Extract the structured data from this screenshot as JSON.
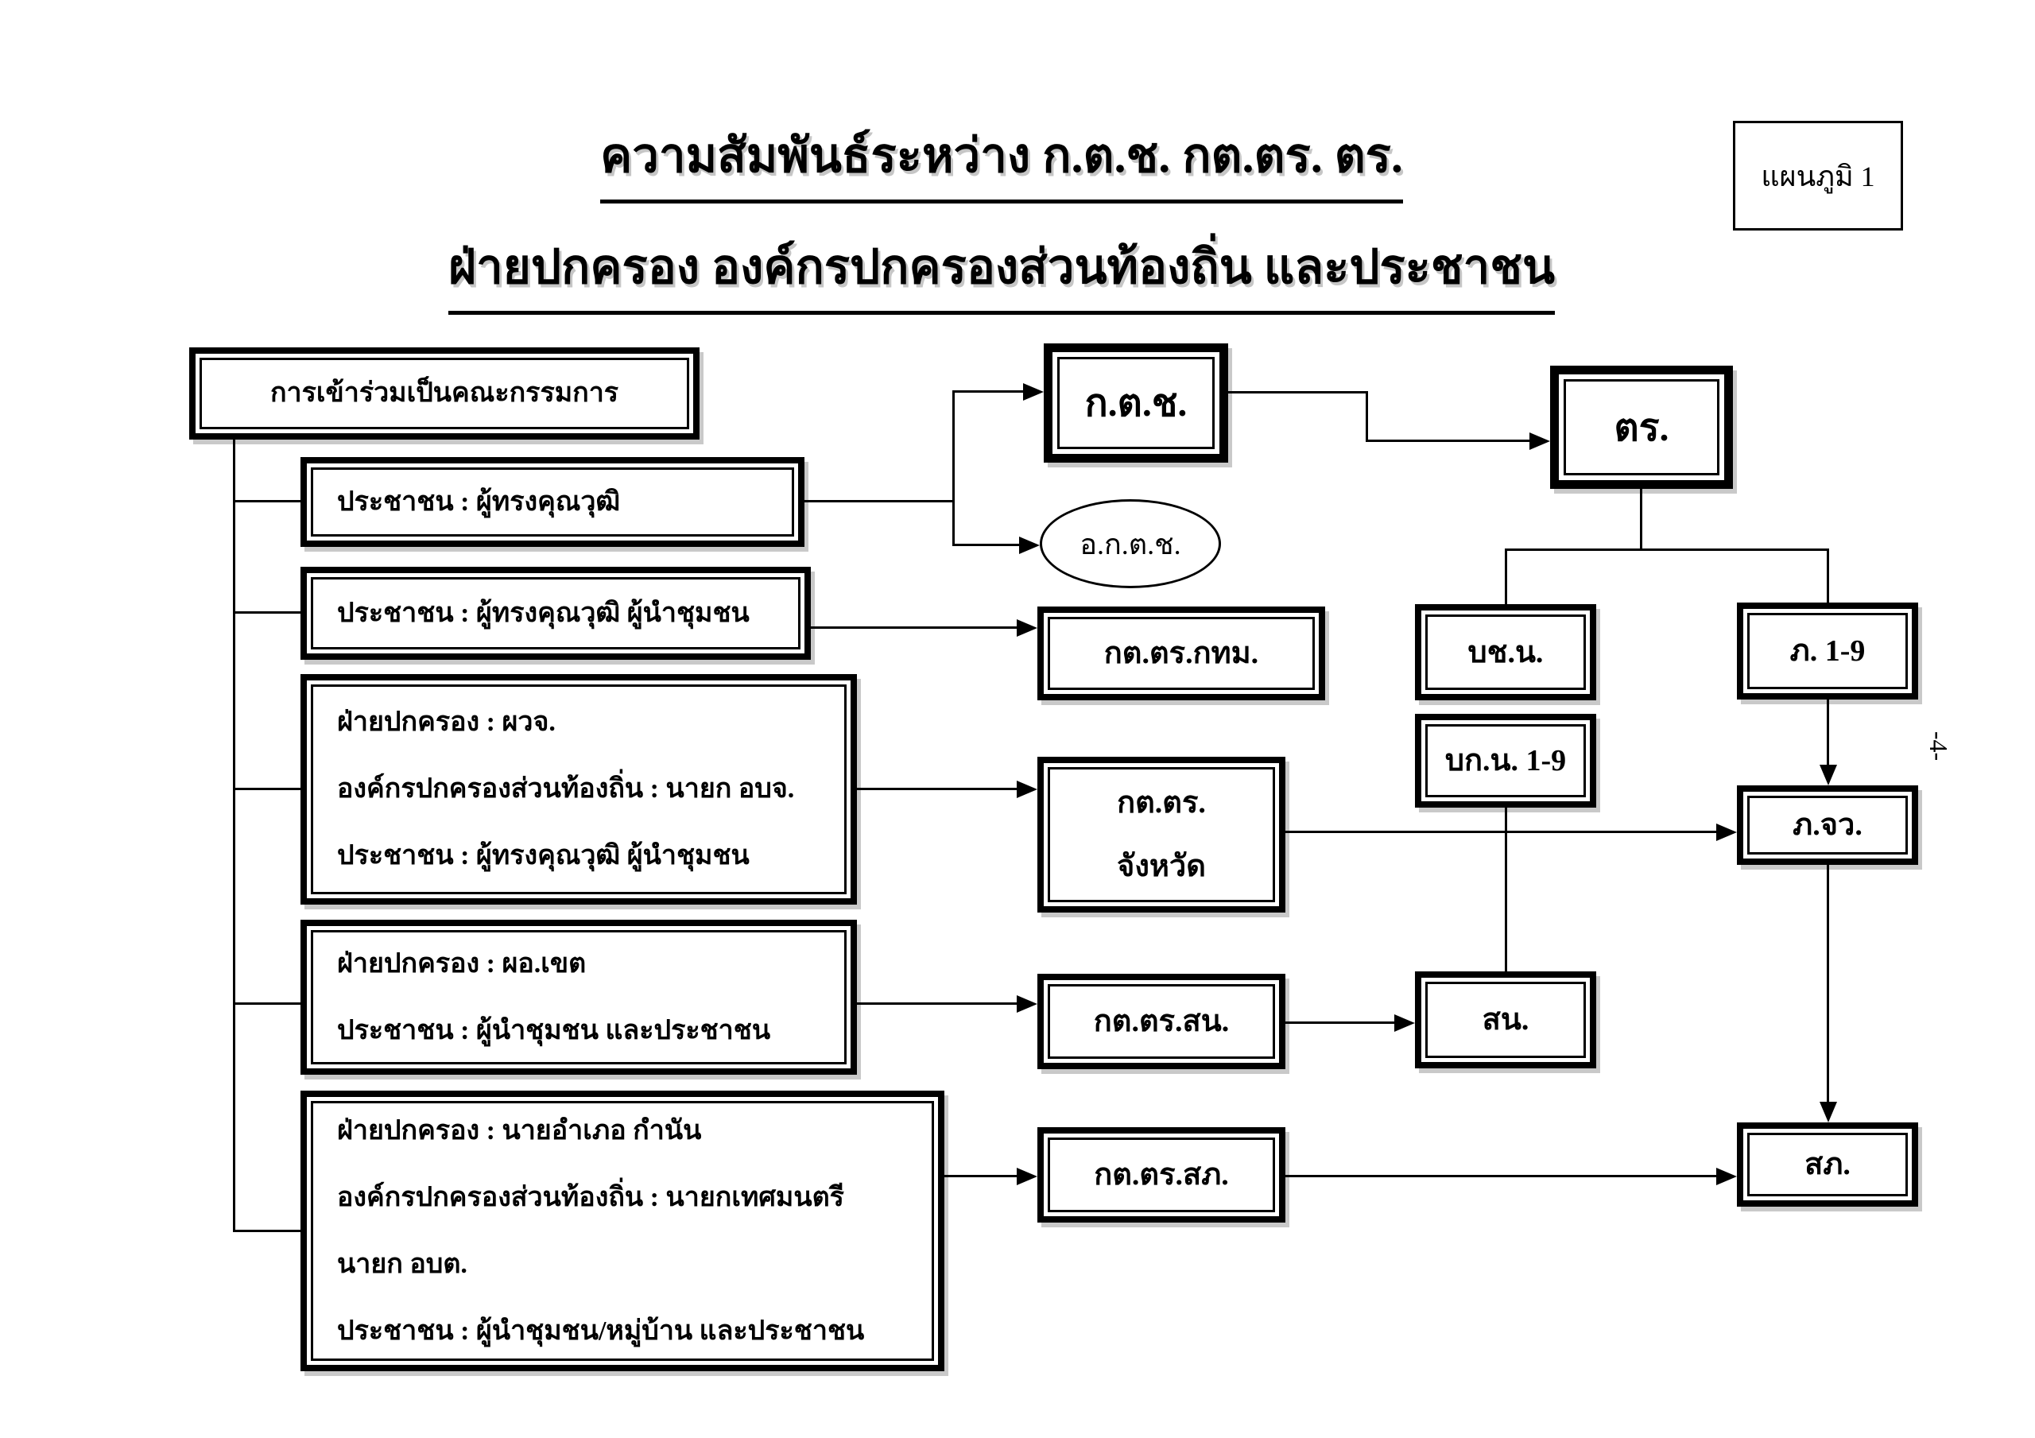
{
  "header": {
    "title_line1": "ความสัมพันธ์ระหว่าง ก.ต.ช. กต.ตร. ตร.",
    "title_line2": "ฝ่ายปกครอง องค์กรปกครองส่วนท้องถิ่น และประชาชน",
    "chart_label": "แผนภูมิ 1",
    "page_number": "-4-"
  },
  "left_column": {
    "header_box": "การเข้าร่วมเป็นคณะกรรมการ",
    "boxes": [
      {
        "lines": [
          "ประชาชน : ผู้ทรงคุณวุฒิ"
        ]
      },
      {
        "lines": [
          "ประชาชน : ผู้ทรงคุณวุฒิ  ผู้นำชุมชน"
        ]
      },
      {
        "lines": [
          "ฝ่ายปกครอง :  ผวจ.",
          "องค์กรปกครองส่วนท้องถิ่น : นายก อบจ.",
          "ประชาชน  : ผู้ทรงคุณวุฒิ  ผู้นำชุมชน"
        ]
      },
      {
        "lines": [
          "ฝ่ายปกครอง :  ผอ.เขต",
          "ประชาชน  : ผู้นำชุมชน และประชาชน"
        ]
      },
      {
        "lines": [
          "ฝ่ายปกครอง :  นายอำเภอ กำนัน",
          "องค์กรปกครองส่วนท้องถิ่น : นายกเทศมนตรี",
          "นายก อบต.",
          "ประชาชน  : ผู้นำชุมชน/หมู่บ้าน และประชาชน"
        ]
      }
    ]
  },
  "nodes": {
    "ktch": "ก.ต.ช.",
    "tr": "ตร.",
    "aktch": "อ.ก.ต.ช.",
    "ktt_bkk": "กต.ตร.กทม.",
    "bchn": "บช.น.",
    "ph19": "ภ. 1-9",
    "bkn19": "บก.น. 1-9",
    "ktt_province_line1": "กต.ตร.",
    "ktt_province_line2": "จังหวัด",
    "phjw": "ภ.จว.",
    "ktt_sn": "กต.ตร.สน.",
    "sn": "สน.",
    "ktt_sph": "กต.ตร.สภ.",
    "sph": "สภ."
  }
}
